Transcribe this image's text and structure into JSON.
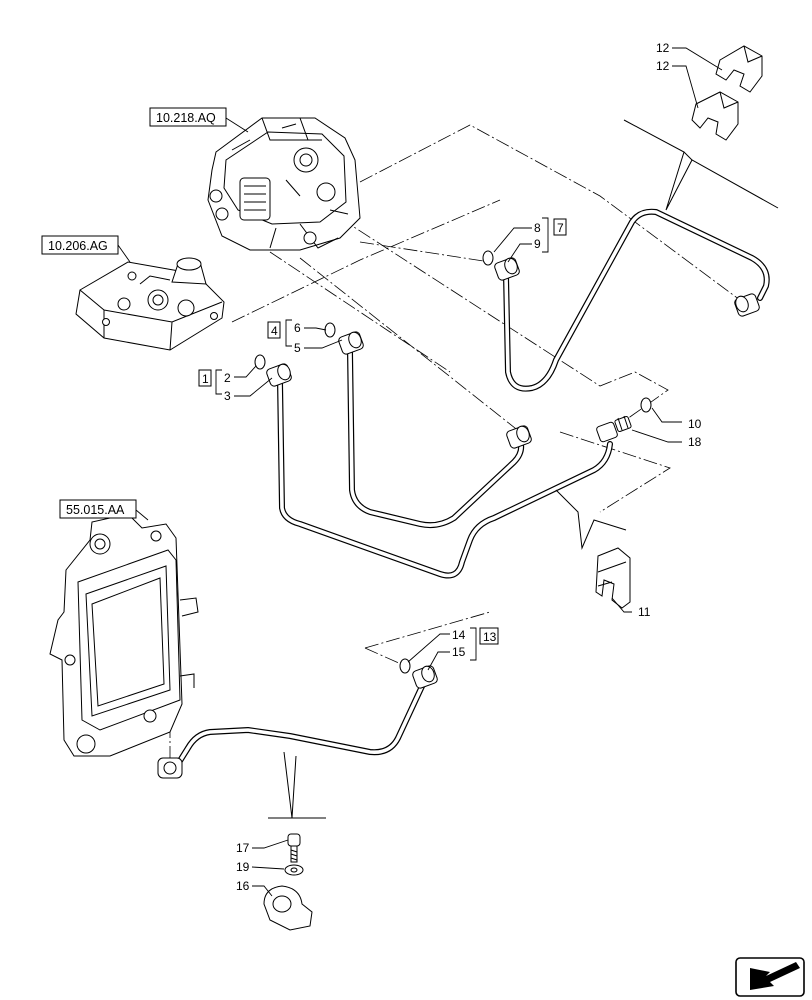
{
  "references": [
    "10.218.AQ",
    "10.206.AG",
    "55.015.AA"
  ],
  "callouts": {
    "c1": "1",
    "c2": "2",
    "c3": "3",
    "c4": "4",
    "c5": "5",
    "c6": "6",
    "c7": "7",
    "c8": "8",
    "c9": "9",
    "c10": "10",
    "c11": "11",
    "c12a": "12",
    "c12b": "12",
    "c13": "13",
    "c14": "14",
    "c15": "15",
    "c16": "16",
    "c17": "17",
    "c18": "18",
    "c19": "19"
  },
  "icons": {
    "nav": "next-page-arrow-icon"
  }
}
